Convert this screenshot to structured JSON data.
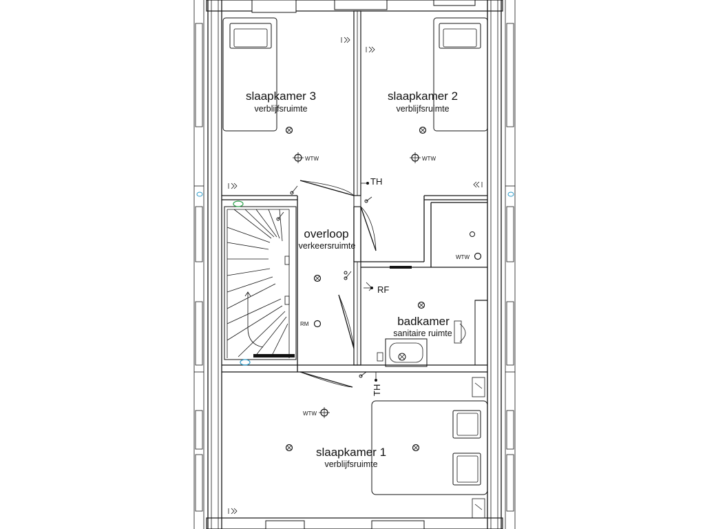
{
  "rooms": {
    "slaapkamer3": {
      "name": "slaapkamer 3",
      "type": "verblijfsruimte"
    },
    "slaapkamer2": {
      "name": "slaapkamer 2",
      "type": "verblijfsruimte"
    },
    "overloop": {
      "name": "overloop",
      "type": "verkeersruimte"
    },
    "badkamer": {
      "name": "badkamer",
      "type": "sanitaire ruimte"
    },
    "slaapkamer1": {
      "name": "slaapkamer 1",
      "type": "verblijfsruimte"
    }
  },
  "symbols": {
    "wtw": "WTW",
    "th": "TH",
    "rf": "RF",
    "rm": "RM"
  }
}
